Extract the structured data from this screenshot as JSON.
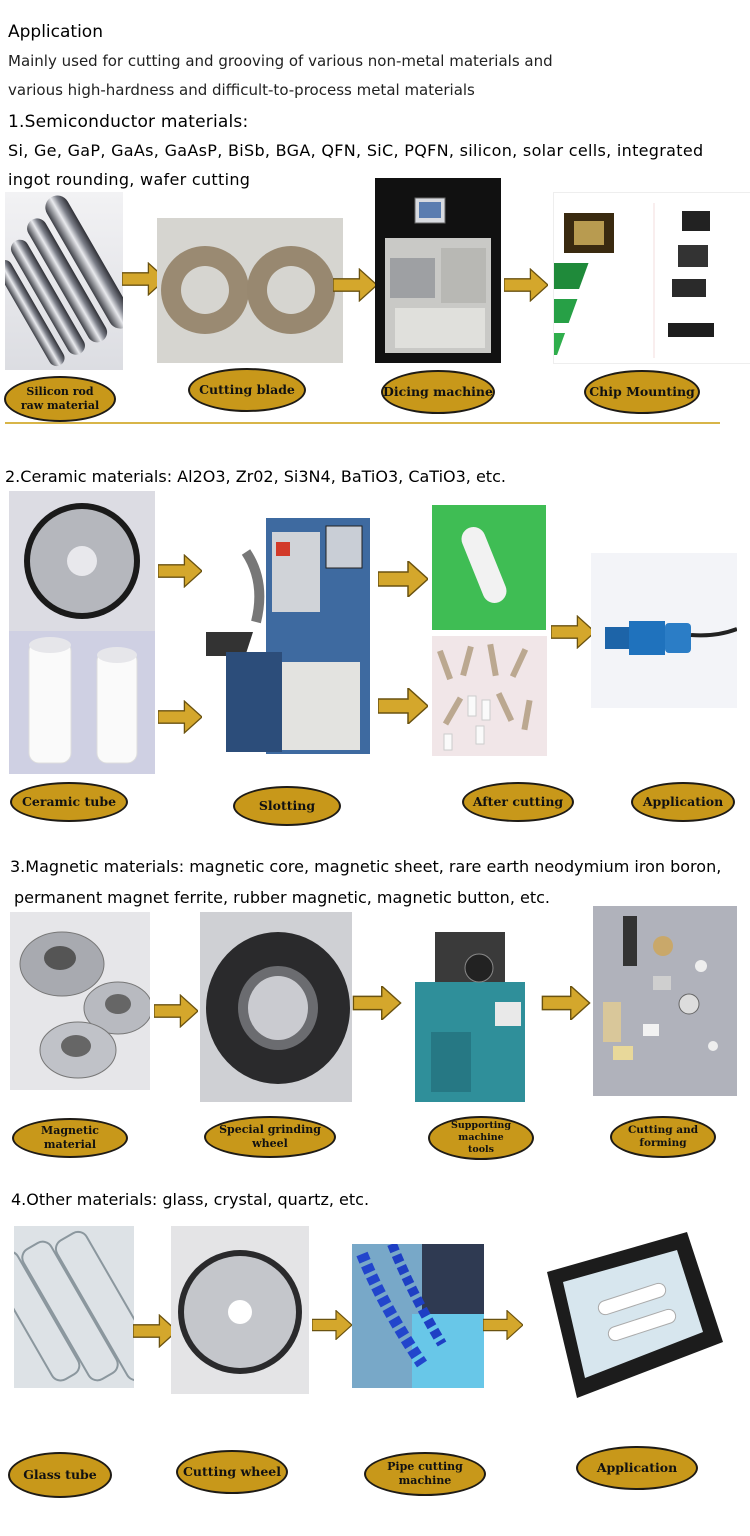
{
  "header": {
    "title": "Application",
    "desc_line1": "Mainly used for cutting and grooving of various non-metal materials and",
    "desc_line2": " various high-hardness and difficult-to-process metal materials"
  },
  "sections": [
    {
      "title": "1.Semiconductor materials:",
      "line1": "Si, Ge, GaP, GaAs, GaAsP, BiSb, BGA, QFN, SiC, PQFN, silicon, solar cells, integrated",
      "line2": "ingot rounding, wafer cutting",
      "labels": [
        "Silicon rod",
        "raw material",
        "Cutting blade",
        "Dicing machine",
        "Chip Mounting"
      ]
    },
    {
      "title": "2.Ceramic materials: Al2O3, Zr02, Si3N4, BaTiO3, CaTiO3, etc.",
      "labels": [
        "Ceramic tube",
        "Slotting",
        "After cutting",
        "Application"
      ]
    },
    {
      "title": "3.Magnetic materials: magnetic core, magnetic sheet, rare earth neodymium iron boron,",
      "line2": "permanent magnet ferrite, rubber magnetic, magnetic button, etc.",
      "labels": [
        "Magnetic material",
        "Special grinding wheel",
        "Supporting machine",
        "tools",
        "Cutting and forming"
      ]
    },
    {
      "title": "4.Other materials: glass, crystal, quartz, etc.",
      "labels": [
        "Glass tube",
        "Cutting wheel",
        "Pipe cutting",
        "machine",
        "Application"
      ]
    }
  ],
  "colors": {
    "label_fill": "#c8981a",
    "arrow_fill": "#d4a72c",
    "divider": "#d8b548"
  }
}
